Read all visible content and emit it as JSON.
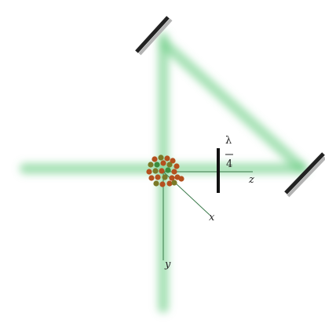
{
  "colors": {
    "beam": "#5cc878",
    "axis": "#3a7a4a",
    "plate": "#111111",
    "mirror_dark": "#222222",
    "mirror_light": "#b4b4b4",
    "atom_red": "#b4501e",
    "atom_olive": "#7a7a28",
    "atom_green": "#3c8c3c"
  },
  "labels": {
    "lambda": "λ",
    "four": "4",
    "z": "z",
    "x": "x",
    "y": "y"
  }
}
